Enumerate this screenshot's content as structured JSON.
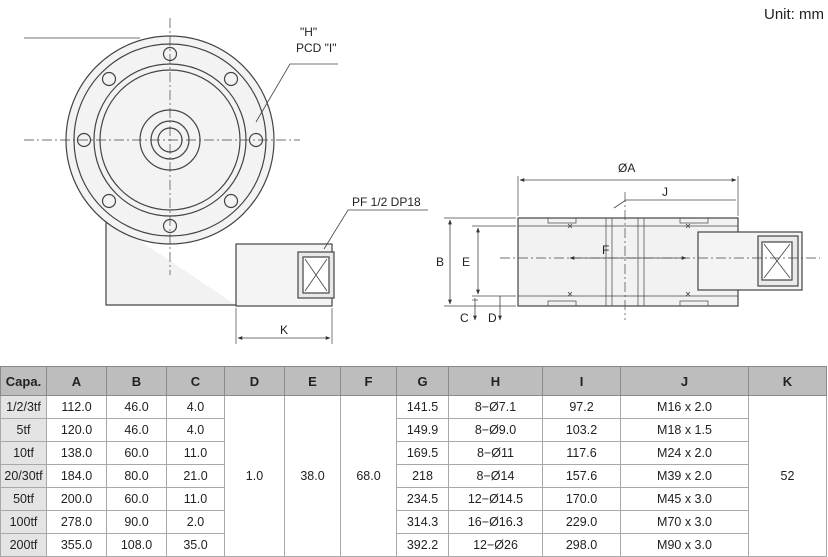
{
  "unit_label": "Unit: mm",
  "drawing": {
    "label_h": "\"H\"",
    "label_pcd": "PCD \"I\"",
    "label_pf": "PF 1/2  DP18",
    "label_k": "K",
    "label_oa": "ØA",
    "label_j": "J",
    "label_f": "F",
    "label_b": "B",
    "label_e": "E",
    "label_c": "C",
    "label_d": "D"
  },
  "table": {
    "headers": [
      "Capa.",
      "A",
      "B",
      "C",
      "D",
      "E",
      "F",
      "G",
      "H",
      "I",
      "J",
      "K"
    ],
    "rows": [
      {
        "capa": "1/2/3tf",
        "a": "112.0",
        "b": "46.0",
        "c": "4.0",
        "g": "141.5",
        "h": "8−Ø7.1",
        "i": "97.2",
        "j": "M16 x 2.0"
      },
      {
        "capa": "5tf",
        "a": "120.0",
        "b": "46.0",
        "c": "4.0",
        "g": "149.9",
        "h": "8−Ø9.0",
        "i": "103.2",
        "j": "M18 x 1.5"
      },
      {
        "capa": "10tf",
        "a": "138.0",
        "b": "60.0",
        "c": "11.0",
        "g": "169.5",
        "h": "8−Ø11",
        "i": "117.6",
        "j": "M24 x 2.0"
      },
      {
        "capa": "20/30tf",
        "a": "184.0",
        "b": "80.0",
        "c": "21.0",
        "g": "218",
        "h": "8−Ø14",
        "i": "157.6",
        "j": "M39 x 2.0"
      },
      {
        "capa": "50tf",
        "a": "200.0",
        "b": "60.0",
        "c": "11.0",
        "g": "234.5",
        "h": "12−Ø14.5",
        "i": "170.0",
        "j": "M45 x 3.0"
      },
      {
        "capa": "100tf",
        "a": "278.0",
        "b": "90.0",
        "c": "2.0",
        "g": "314.3",
        "h": "16−Ø16.3",
        "i": "229.0",
        "j": "M70 x 3.0"
      },
      {
        "capa": "200tf",
        "a": "355.0",
        "b": "108.0",
        "c": "35.0",
        "g": "392.2",
        "h": "12−Ø26",
        "i": "298.0",
        "j": "M90 x 3.0"
      }
    ],
    "shared": {
      "d": "1.0",
      "e": "38.0",
      "f": "68.0",
      "k": "52"
    }
  }
}
